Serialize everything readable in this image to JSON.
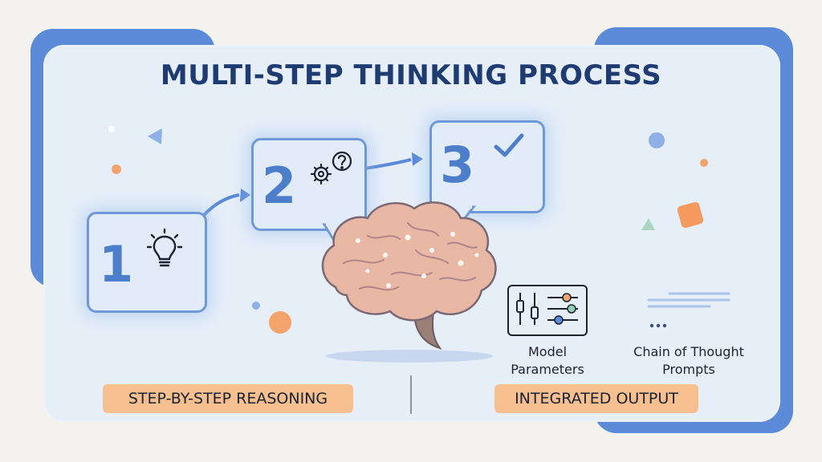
{
  "title": "MULTI-STEP THINKING PROCESS",
  "steps": [
    {
      "number": "1",
      "icon": "lightbulb-icon"
    },
    {
      "number": "2",
      "icon": "gear-question-icon"
    },
    {
      "number": "3",
      "icon": "checkmark-icon"
    }
  ],
  "parameters": {
    "model_label_line1": "Model",
    "model_label_line2": "Parameters",
    "cot_label_line1": "Chain of Thought",
    "cot_label_line2": "Prompts"
  },
  "labels": {
    "left": "STEP-BY-STEP REASONING",
    "right": "INTEGRATED OUTPUT"
  },
  "colors": {
    "accent_blue": "#5a8ad8",
    "title_navy": "#1f3c72",
    "pill_orange": "#f6bf8f",
    "card_bg": "#e6eef8"
  }
}
